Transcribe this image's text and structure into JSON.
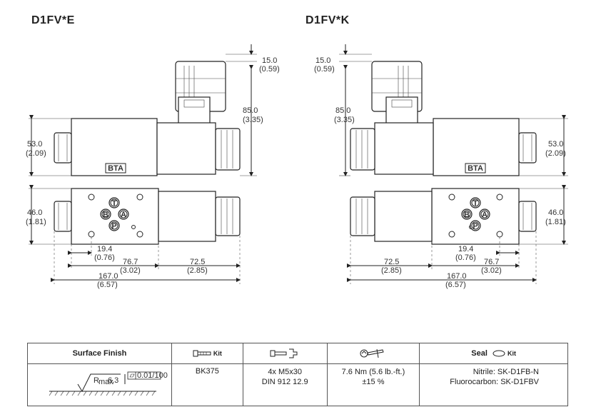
{
  "titles": {
    "left": "D1FV*E",
    "right": "D1FV*K"
  },
  "labels": {
    "bta": "BTA"
  },
  "ports": {
    "t": "T",
    "b": "B",
    "a": "A",
    "p": "P"
  },
  "dims": {
    "d15_mm": "15.0",
    "d15_in": "(0.59)",
    "d85_mm": "85.0",
    "d85_in": "(3.35)",
    "d53_mm": "53.0",
    "d53_in": "(2.09)",
    "d46_mm": "46.0",
    "d46_in": "(1.81)",
    "d194_mm": "19.4",
    "d194_in": "(0.76)",
    "d767_mm": "76.7",
    "d767_in": "(3.02)",
    "d725_mm": "72.5",
    "d725_in": "(2.85)",
    "d167_mm": "167.0",
    "d167_in": "(6.57)"
  },
  "table": {
    "headers": {
      "surface": "Surface Finish",
      "kit": "Kit",
      "seal": "Seal",
      "seal_kit": "Kit"
    },
    "surface": {
      "rmax": "R",
      "rmax_sub": "max",
      "rmax_val": "6,3",
      "flatness": "0.01/100"
    },
    "kit_value": "BK375",
    "bolts": [
      "4x M5x30",
      "DIN 912 12.9"
    ],
    "torque": [
      "7.6 Nm (5.6 lb.-ft.)",
      "±15 %"
    ],
    "seal": [
      "Nitrile: SK-D1FB-N",
      "Fluorocarbon: SK-D1FBV"
    ]
  },
  "icons": {
    "kit": "bolt-icon",
    "bolts": "screw-and-gauge-icon",
    "torque": "torque-wrench-icon",
    "seal": "o-ring-icon"
  }
}
